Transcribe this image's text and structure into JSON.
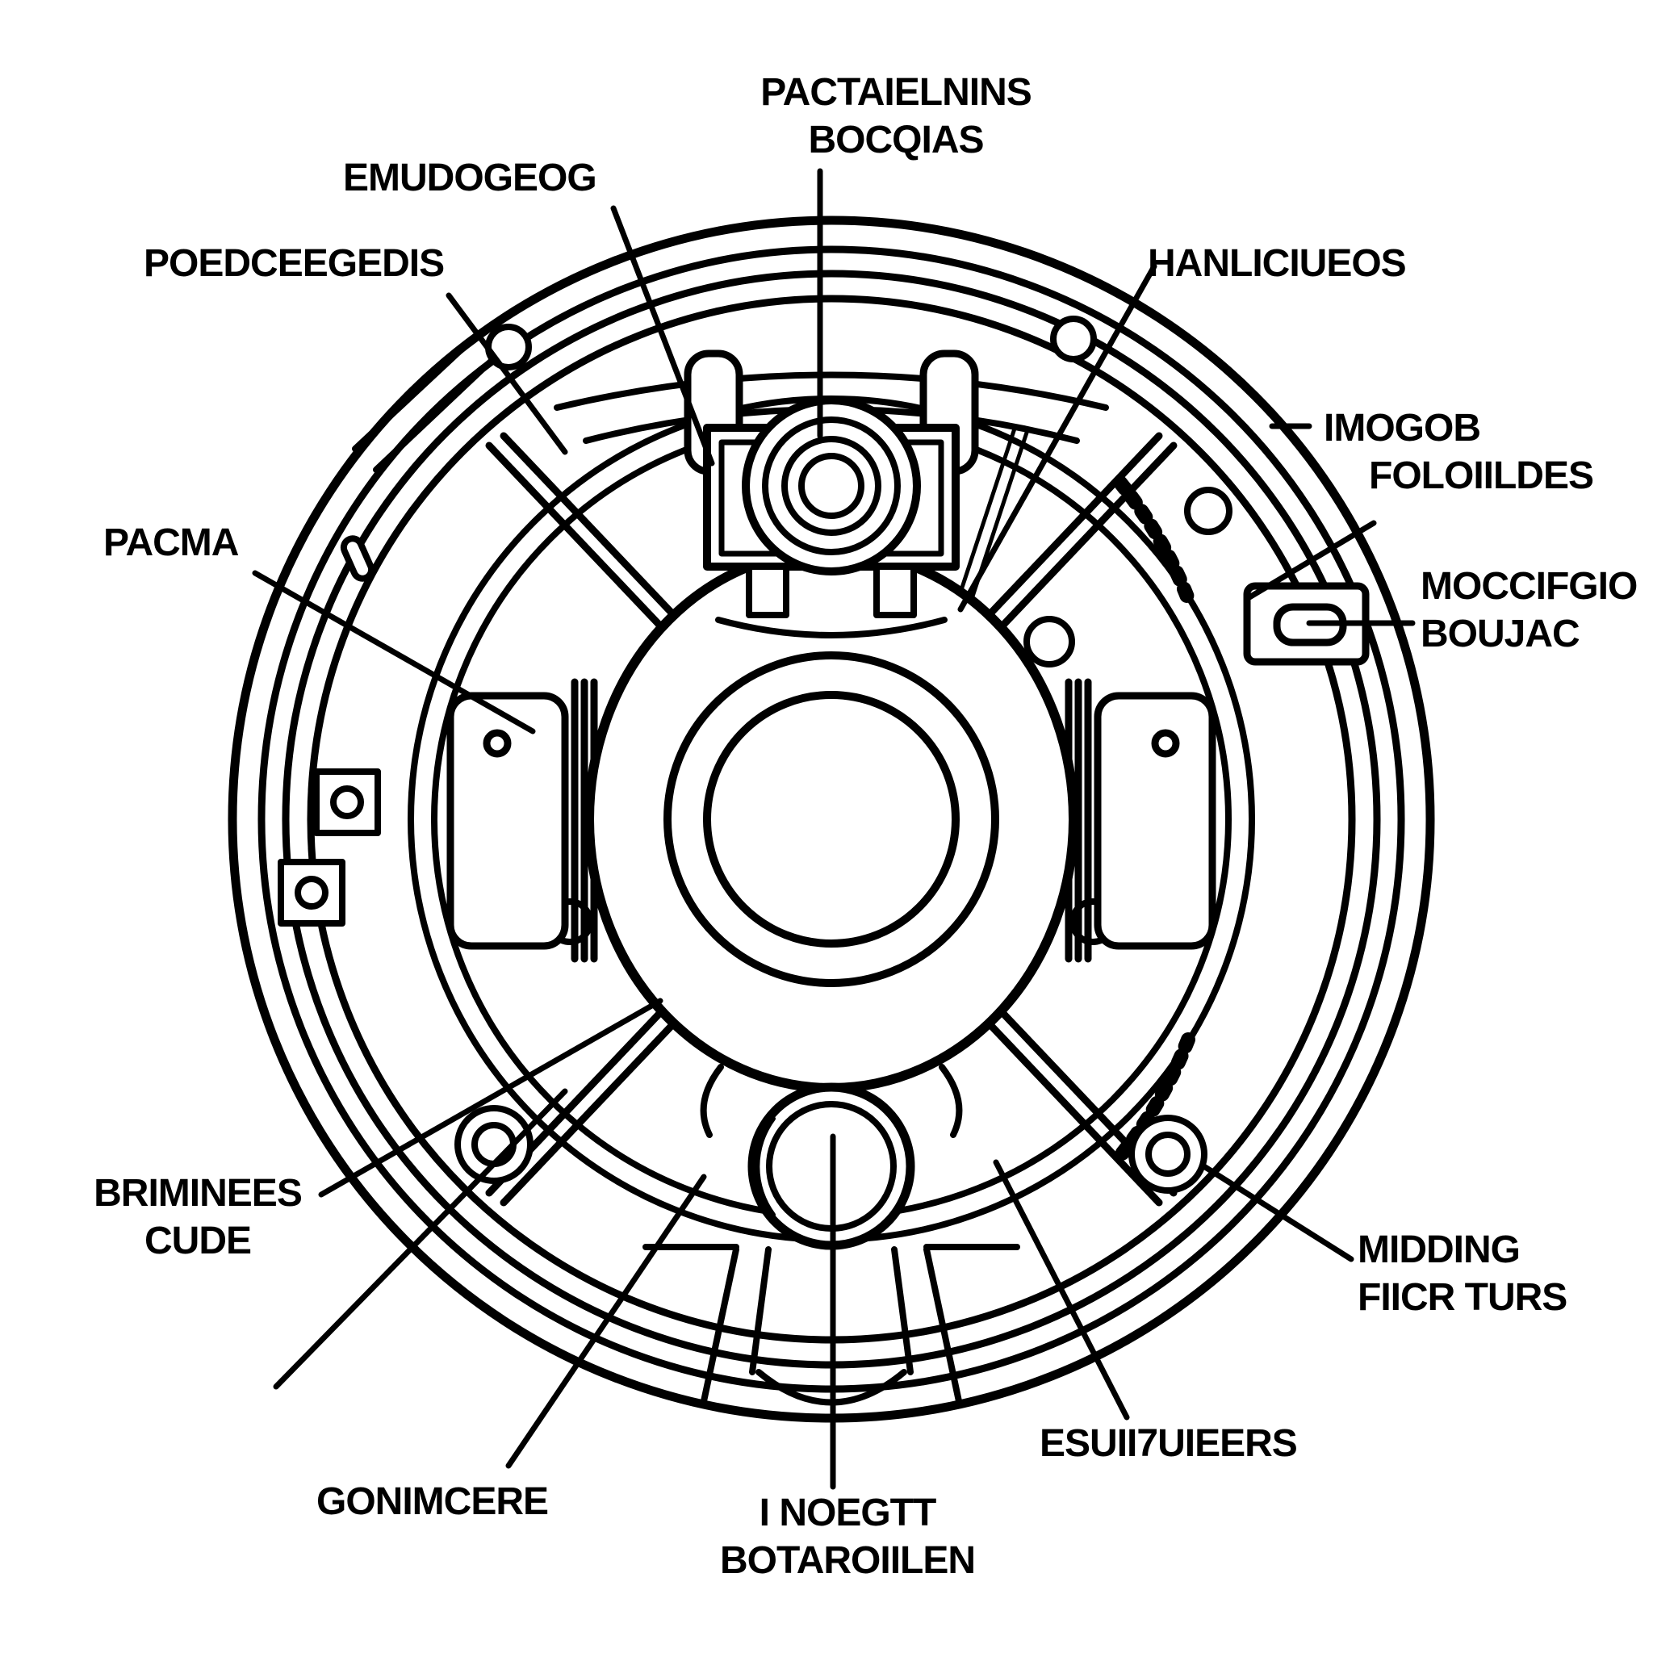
{
  "diagram": {
    "title": "drum-brake-assembly-line-art",
    "background_color": "#ffffff",
    "line_color": "#000000",
    "labels": {
      "pactaielnins": {
        "line1": "PACTAIELNINS",
        "line2": "BOCQIAS"
      },
      "emudogeog": {
        "line1": "EMUDOGEOG"
      },
      "poedceegedis": {
        "line1": "POEDCEEGEDIS"
      },
      "hanliciueos": {
        "line1": "HANLICIUEOS"
      },
      "imogob": {
        "line1": "IMOGOB",
        "line2": "FOLOIILDES"
      },
      "moccifgio": {
        "line1": "MOCCIFGIO",
        "line2": "BOUJAC"
      },
      "pacma": {
        "line1": "PACMA"
      },
      "briminees": {
        "line1": "BRIMINEES",
        "line2": "CUDE"
      },
      "gonimcere": {
        "line1": "GONIMCERE"
      },
      "inoegtt": {
        "line1": "I NOEGTT",
        "line2": "BOTAROIILEN"
      },
      "esuii7uieers": {
        "line1": "ESUII7UIEERS"
      },
      "midding": {
        "line1": "MIDDING",
        "line2": "FIICR TURS"
      }
    }
  }
}
